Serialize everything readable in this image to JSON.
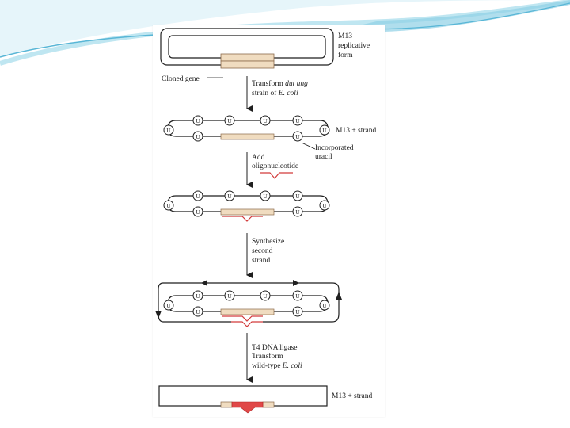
{
  "colors": {
    "line": "#1f1f1f",
    "gene_fill": "#f0dcc0",
    "gene_stroke": "#8b6a4a",
    "oligo": "#d23a3a",
    "mutant_fill": "#e04848",
    "wave_dark": "#58b6d6",
    "wave_light": "#bfe6f1",
    "wave_mid": "#8fd0e6"
  },
  "icons": {
    "uracil": "circled-u-icon",
    "arrow": "down-arrow-icon"
  },
  "labels": {
    "m13_rf_line1": "M13",
    "m13_rf_line2": "replicative",
    "m13_rf_line3": "form",
    "cloned_gene": "Cloned gene",
    "transform_line1_a": "Transform ",
    "transform_line1_b": "dut ung",
    "transform_line2_a": "strain of ",
    "transform_line2_b": "E. coli",
    "m13_strand_1": "M13 + strand",
    "incorporated_line1": "Incorporated",
    "incorporated_line2": "uracil",
    "add_line1": "Add",
    "add_line2": "oligonucleotide",
    "synth_line1": "Synthesize",
    "synth_line2": "second",
    "synth_line3": "strand",
    "ligase_line1": "T4 DNA ligase",
    "ligase_line2": "Transform",
    "ligase_line3_a": "wild-type ",
    "ligase_line3_b": "E. coli",
    "m13_strand_final": "M13 + strand",
    "uracil_symbol": "U"
  }
}
